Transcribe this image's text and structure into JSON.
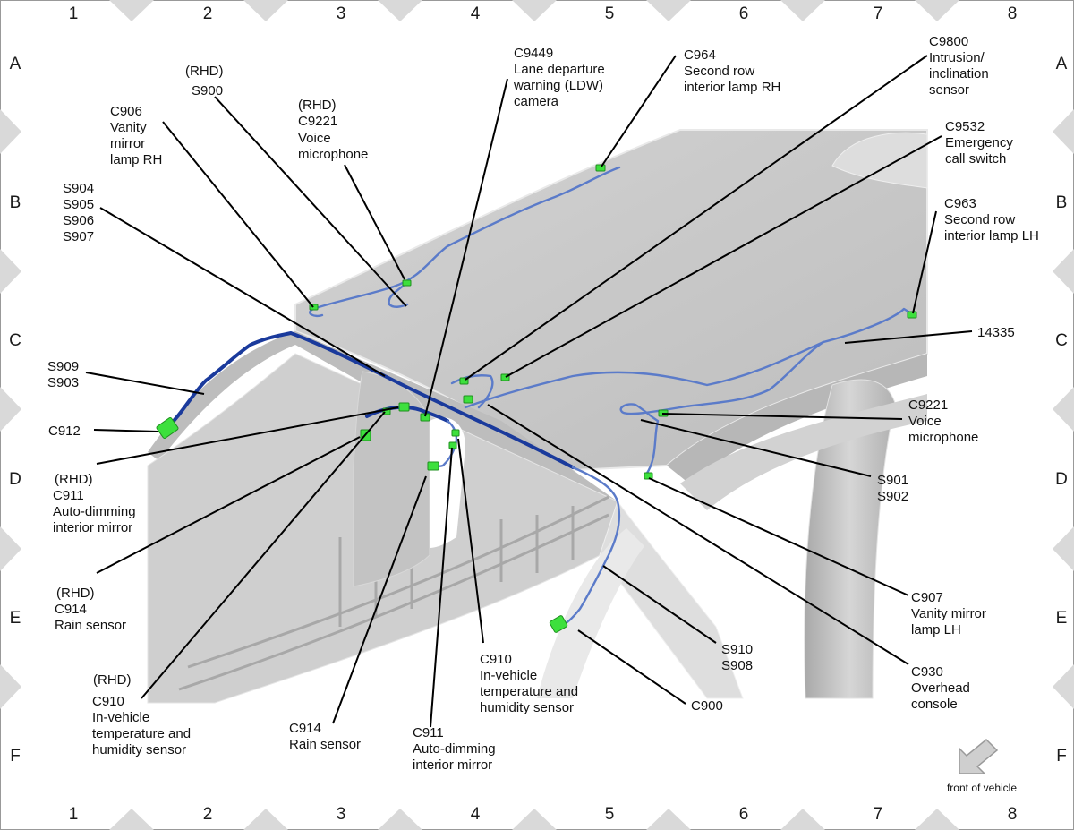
{
  "grid": {
    "columns": [
      "1",
      "2",
      "3",
      "4",
      "5",
      "6",
      "7",
      "8"
    ],
    "rows": [
      "A",
      "B",
      "C",
      "D",
      "E",
      "F"
    ]
  },
  "colors": {
    "wire": "#5b7bc9",
    "wire_main": "#1a3a9c",
    "connector": "#3de03d",
    "body_panel": "#cfcfcf",
    "roof": "#c6c6c6"
  },
  "labels": {
    "rhd_s900": [
      "(RHD)",
      "S900"
    ],
    "c906": [
      "C906",
      "Vanity",
      "mirror",
      "lamp RH"
    ],
    "rhd_c9221": [
      "(RHD)",
      "C9221",
      "Voice",
      "microphone"
    ],
    "c9449": [
      "C9449",
      "Lane departure",
      "warning (LDW)",
      "camera"
    ],
    "c964": [
      "C964",
      "Second row",
      "interior lamp RH"
    ],
    "c9800": [
      "C9800",
      "Intrusion/",
      "inclination",
      "sensor"
    ],
    "c9532": [
      "C9532",
      "Emergency",
      "call switch"
    ],
    "c963": [
      "C963",
      "Second row",
      "interior lamp LH"
    ],
    "s904": [
      "S904",
      "S905",
      "S906",
      "S907"
    ],
    "n14335": [
      "14335"
    ],
    "s909": [
      "S909",
      "S903"
    ],
    "c912": [
      "C912"
    ],
    "c9221": [
      "C9221",
      "Voice",
      "microphone"
    ],
    "rhd_c911": [
      "(RHD)",
      "C911",
      "Auto-dimming",
      "interior mirror"
    ],
    "s901": [
      "S901",
      "S902"
    ],
    "rhd_c914": [
      "(RHD)",
      "C914",
      "Rain sensor"
    ],
    "c907": [
      "C907",
      "Vanity mirror",
      "lamp LH"
    ],
    "c910": [
      "C910",
      "In-vehicle",
      "temperature and",
      "humidity sensor"
    ],
    "s910": [
      "S910",
      "S908"
    ],
    "c930": [
      "C930",
      "Overhead",
      "console"
    ],
    "rhd_c910": [
      "(RHD)",
      "C910",
      "In-vehicle",
      "temperature and",
      "humidity sensor"
    ],
    "c900": [
      "C900"
    ],
    "c914": [
      "C914",
      "Rain sensor"
    ],
    "c911": [
      "C911",
      "Auto-dimming",
      "interior mirror"
    ]
  },
  "front_of_vehicle": "front of vehicle"
}
